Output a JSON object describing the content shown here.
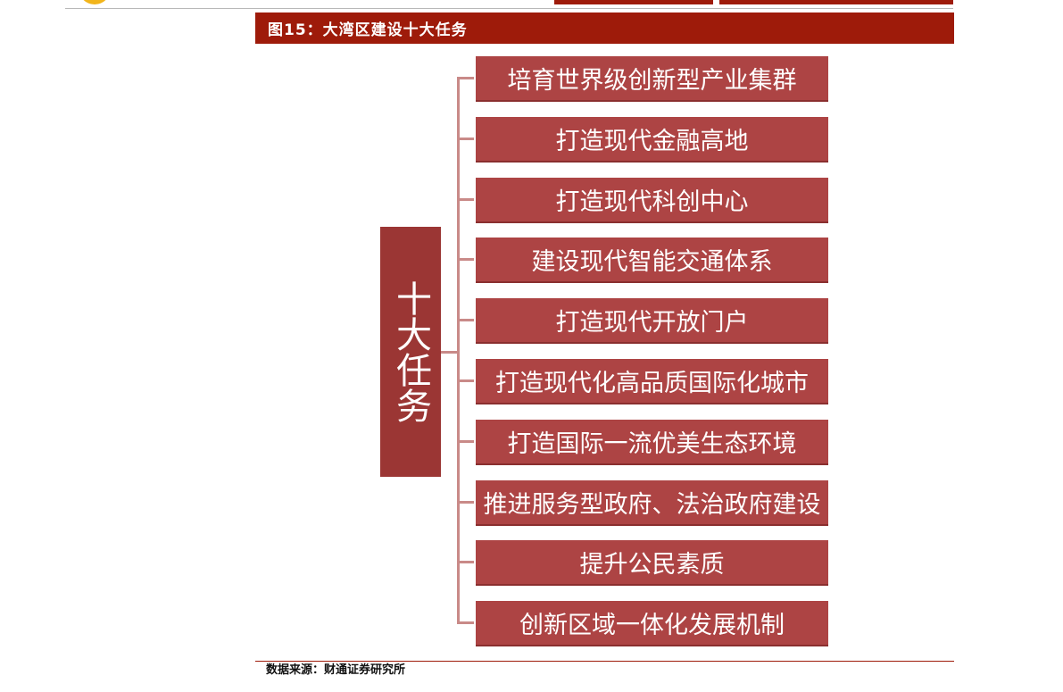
{
  "figure_title": "图15：大湾区建设十大任务",
  "diagram": {
    "root": "十大任务",
    "tasks": [
      "培育世界级创新型产业集群",
      "打造现代金融高地",
      "打造现代科创中心",
      "建设现代智能交通体系",
      "打造现代开放门户",
      "打造现代化高品质国际化城市",
      "打造国际一流优美生态环境",
      "推进服务型政府、法治政府建设",
      "提升公民素质",
      "创新区域一体化发展机制"
    ]
  },
  "source": "数据来源：财通证券研究所",
  "colors": {
    "title_bar": "#9e1b0a",
    "root_box": "#9b3634",
    "task_box": "#ad4444",
    "connector": "#c98a88",
    "logo": "#f2b51b"
  }
}
